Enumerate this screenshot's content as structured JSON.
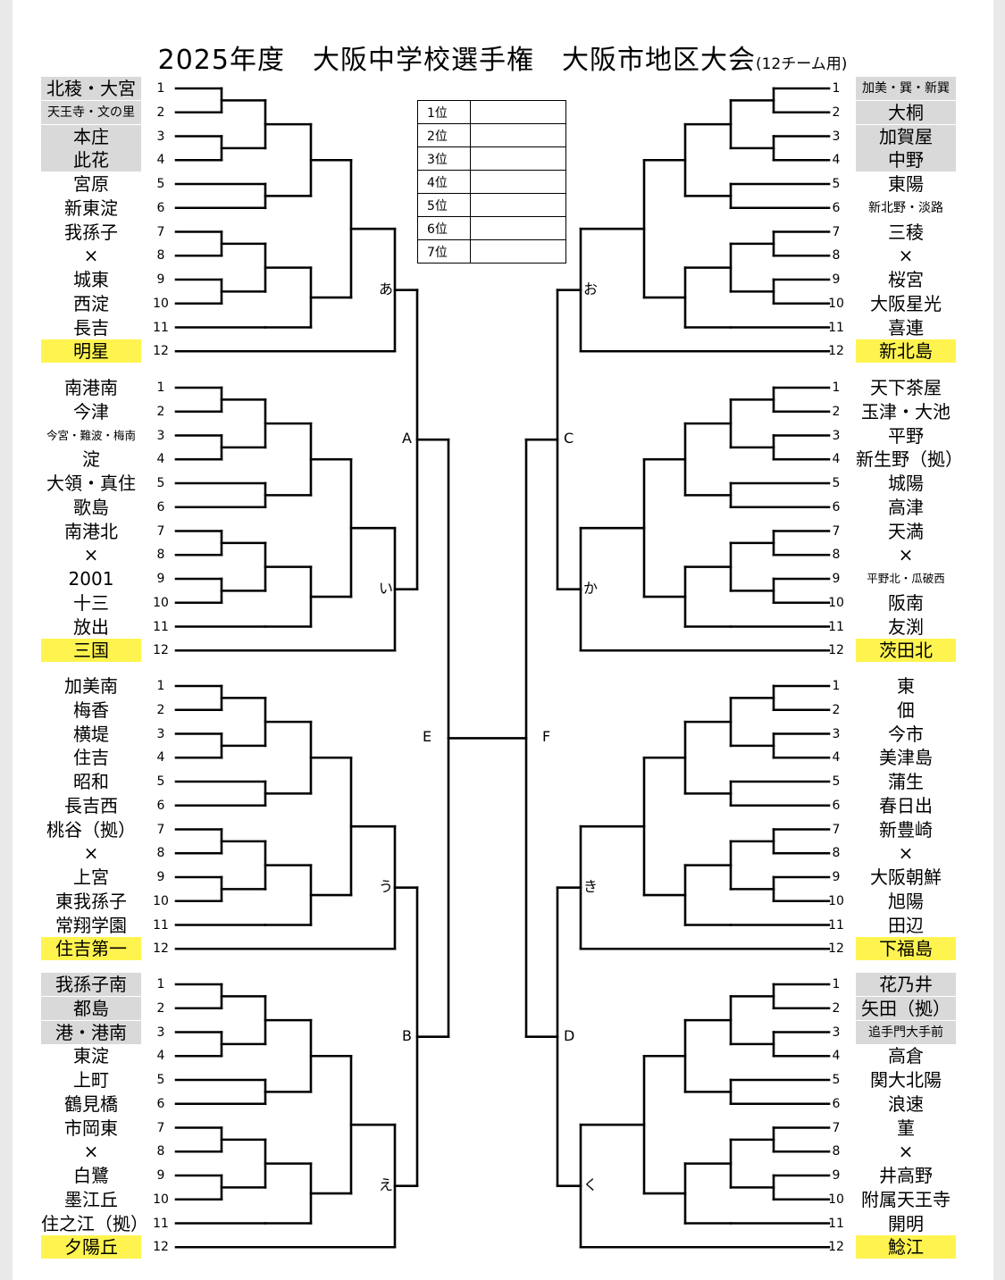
{
  "title": "2025年度　大阪中学校選手権　大阪市地区大会",
  "title_note": "(12チーム用)",
  "ranking": [
    "1位",
    "2位",
    "3位",
    "4位",
    "5位",
    "6位",
    "7位"
  ],
  "left_blocks": [
    {
      "label": "あ",
      "teams": [
        {
          "n": "1",
          "name": "北稜・大宮",
          "seed": "gray"
        },
        {
          "n": "2",
          "name": "天王寺・文の里",
          "seed": "gray",
          "size": "sm"
        },
        {
          "n": "3",
          "name": "本庄",
          "seed": "gray"
        },
        {
          "n": "4",
          "name": "此花",
          "seed": "gray"
        },
        {
          "n": "5",
          "name": "宮原"
        },
        {
          "n": "6",
          "name": "新東淀"
        },
        {
          "n": "7",
          "name": "我孫子"
        },
        {
          "n": "8",
          "name": "×"
        },
        {
          "n": "9",
          "name": "城東"
        },
        {
          "n": "10",
          "name": "西淀"
        },
        {
          "n": "11",
          "name": "長吉"
        },
        {
          "n": "12",
          "name": "明星",
          "seed": "yellow"
        }
      ]
    },
    {
      "label": "い",
      "teams": [
        {
          "n": "1",
          "name": "南港南"
        },
        {
          "n": "2",
          "name": "今津"
        },
        {
          "n": "3",
          "name": "今宮・難波・梅南",
          "size": "xs"
        },
        {
          "n": "4",
          "name": "淀"
        },
        {
          "n": "5",
          "name": "大領・真住"
        },
        {
          "n": "6",
          "name": "歌島"
        },
        {
          "n": "7",
          "name": "南港北"
        },
        {
          "n": "8",
          "name": "×"
        },
        {
          "n": "9",
          "name": "2001"
        },
        {
          "n": "10",
          "name": "十三"
        },
        {
          "n": "11",
          "name": "放出"
        },
        {
          "n": "12",
          "name": "三国",
          "seed": "yellow"
        }
      ]
    },
    {
      "label": "う",
      "teams": [
        {
          "n": "1",
          "name": "加美南"
        },
        {
          "n": "2",
          "name": "梅香"
        },
        {
          "n": "3",
          "name": "横堤"
        },
        {
          "n": "4",
          "name": "住吉"
        },
        {
          "n": "5",
          "name": "昭和"
        },
        {
          "n": "6",
          "name": "長吉西"
        },
        {
          "n": "7",
          "name": "桃谷（拠）"
        },
        {
          "n": "8",
          "name": "×"
        },
        {
          "n": "9",
          "name": "上宮"
        },
        {
          "n": "10",
          "name": "東我孫子"
        },
        {
          "n": "11",
          "name": "常翔学園"
        },
        {
          "n": "12",
          "name": "住吉第一",
          "seed": "yellow"
        }
      ]
    },
    {
      "label": "え",
      "teams": [
        {
          "n": "1",
          "name": "我孫子南",
          "seed": "gray"
        },
        {
          "n": "2",
          "name": "都島",
          "seed": "gray"
        },
        {
          "n": "3",
          "name": "港・港南",
          "seed": "gray"
        },
        {
          "n": "4",
          "name": "東淀"
        },
        {
          "n": "5",
          "name": "上町"
        },
        {
          "n": "6",
          "name": "鶴見橋"
        },
        {
          "n": "7",
          "name": "市岡東"
        },
        {
          "n": "8",
          "name": "×"
        },
        {
          "n": "9",
          "name": "白鷺"
        },
        {
          "n": "10",
          "name": "墨江丘"
        },
        {
          "n": "11",
          "name": "住之江（拠）"
        },
        {
          "n": "12",
          "name": "夕陽丘",
          "seed": "yellow"
        }
      ]
    }
  ],
  "right_blocks": [
    {
      "label": "お",
      "teams": [
        {
          "n": "1",
          "name": "加美・巽・新巽",
          "seed": "gray",
          "size": "sm"
        },
        {
          "n": "2",
          "name": "大桐",
          "seed": "gray"
        },
        {
          "n": "3",
          "name": "加賀屋",
          "seed": "gray"
        },
        {
          "n": "4",
          "name": "中野",
          "seed": "gray"
        },
        {
          "n": "5",
          "name": "東陽"
        },
        {
          "n": "6",
          "name": "新北野・淡路",
          "size": "sm"
        },
        {
          "n": "7",
          "name": "三稜"
        },
        {
          "n": "8",
          "name": "×"
        },
        {
          "n": "9",
          "name": "桜宮"
        },
        {
          "n": "10",
          "name": "大阪星光"
        },
        {
          "n": "11",
          "name": "喜連"
        },
        {
          "n": "12",
          "name": "新北島",
          "seed": "yellow"
        }
      ]
    },
    {
      "label": "か",
      "teams": [
        {
          "n": "1",
          "name": "天下茶屋"
        },
        {
          "n": "2",
          "name": "玉津・大池"
        },
        {
          "n": "3",
          "name": "平野"
        },
        {
          "n": "4",
          "name": "新生野（拠）"
        },
        {
          "n": "5",
          "name": "城陽"
        },
        {
          "n": "6",
          "name": "高津"
        },
        {
          "n": "7",
          "name": "天満"
        },
        {
          "n": "8",
          "name": "×"
        },
        {
          "n": "9",
          "name": "平野北・瓜破西",
          "size": "xs"
        },
        {
          "n": "10",
          "name": "阪南"
        },
        {
          "n": "11",
          "name": "友渕"
        },
        {
          "n": "12",
          "name": "茨田北",
          "seed": "yellow"
        }
      ]
    },
    {
      "label": "き",
      "teams": [
        {
          "n": "1",
          "name": "東"
        },
        {
          "n": "2",
          "name": "佃"
        },
        {
          "n": "3",
          "name": "今市"
        },
        {
          "n": "4",
          "name": "美津島"
        },
        {
          "n": "5",
          "name": "蒲生"
        },
        {
          "n": "6",
          "name": "春日出"
        },
        {
          "n": "7",
          "name": "新豊崎"
        },
        {
          "n": "8",
          "name": "×"
        },
        {
          "n": "9",
          "name": "大阪朝鮮"
        },
        {
          "n": "10",
          "name": "旭陽"
        },
        {
          "n": "11",
          "name": "田辺"
        },
        {
          "n": "12",
          "name": "下福島",
          "seed": "yellow"
        }
      ]
    },
    {
      "label": "く",
      "teams": [
        {
          "n": "1",
          "name": "花乃井",
          "seed": "gray"
        },
        {
          "n": "2",
          "name": "矢田（拠）",
          "seed": "gray"
        },
        {
          "n": "3",
          "name": "追手門大手前",
          "seed": "gray",
          "size": "sm"
        },
        {
          "n": "4",
          "name": "高倉"
        },
        {
          "n": "5",
          "name": "関大北陽"
        },
        {
          "n": "6",
          "name": "浪速"
        },
        {
          "n": "7",
          "name": "菫"
        },
        {
          "n": "8",
          "name": "×"
        },
        {
          "n": "9",
          "name": "井高野"
        },
        {
          "n": "10",
          "name": "附属天王寺"
        },
        {
          "n": "11",
          "name": "開明"
        },
        {
          "n": "12",
          "name": "鯰江",
          "seed": "yellow"
        }
      ]
    }
  ],
  "round_labels": {
    "left_semis": [
      "A",
      "B"
    ],
    "right_semis": [
      "C",
      "D"
    ],
    "left_final": "E",
    "right_final": "F"
  }
}
